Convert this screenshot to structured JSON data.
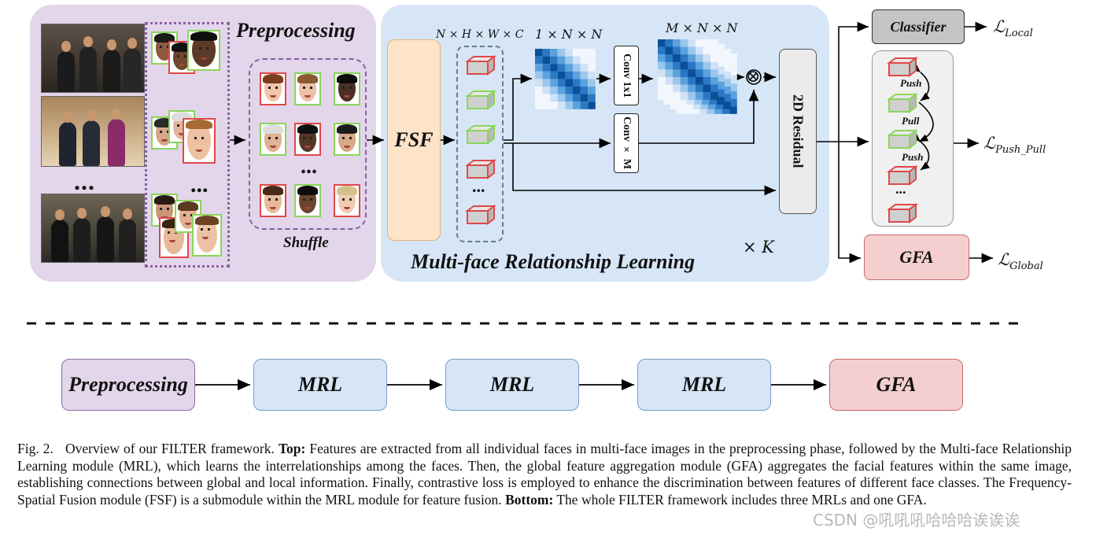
{
  "diagram": {
    "preprocessing": {
      "title": "Preprocessing",
      "shuffle_label": "Shuffle",
      "ellipsis_photos": "...",
      "ellipsis_faces": "...",
      "ellipsis_shuffle": "..."
    },
    "mrl": {
      "title": "Multi-face Relationship Learning",
      "fsf_label": "FSF",
      "feature_dims": "N × H × W × C",
      "affinity_dims": "1 × N × N",
      "multi_affinity_dims": "M × N × N",
      "conv1_label": "Conv 1x1",
      "convm_label": "Conv × M",
      "residual_label": "2D Residual",
      "repeat_label": "× K",
      "multiply_symbol": "⊗",
      "ellipsis": "..."
    },
    "heads": {
      "classifier_label": "Classifier",
      "loss_local": "ℒ",
      "loss_local_sub": "Local",
      "push_label_1": "Push",
      "pull_label": "Pull",
      "push_label_2": "Push",
      "ellipsis": "...",
      "loss_push_pull": "ℒ",
      "loss_push_pull_sub": "Push_Pull",
      "gfa_label": "GFA",
      "loss_global": "ℒ",
      "loss_global_sub": "Global"
    },
    "pipeline": {
      "steps": [
        "Preprocessing",
        "MRL",
        "MRL",
        "MRL",
        "GFA"
      ]
    },
    "colors": {
      "preprocessing_bg": "#e3d5ea",
      "mrl_bg": "#d6e6f7",
      "fsf_fill": "#fde3c8",
      "gfa_fill": "#f5cfd0",
      "real_face": "#8ad65a",
      "fake_face": "#e04848"
    }
  },
  "caption": {
    "fig_label": "Fig. 2.",
    "intro": "Overview of our FILTER framework.",
    "top_label": "Top:",
    "top_text": "Features are extracted from all individual faces in multi-face images in the preprocessing phase, followed by the Multi-face Relationship Learning module (MRL), which learns the interrelationships among the faces. Then, the global feature aggregation module (GFA) aggregates the facial features within the same image, establishing connections between global and local information. Finally, contrastive loss is employed to enhance the discrimination between features of different face classes. The Frequency-Spatial Fusion module (FSF) is a submodule within the MRL module for feature fusion.",
    "bottom_label": "Bottom:",
    "bottom_text": "The whole FILTER framework includes three MRLs and one GFA."
  },
  "watermark": "CSDN @吼吼吼哈哈哈诶诶诶"
}
